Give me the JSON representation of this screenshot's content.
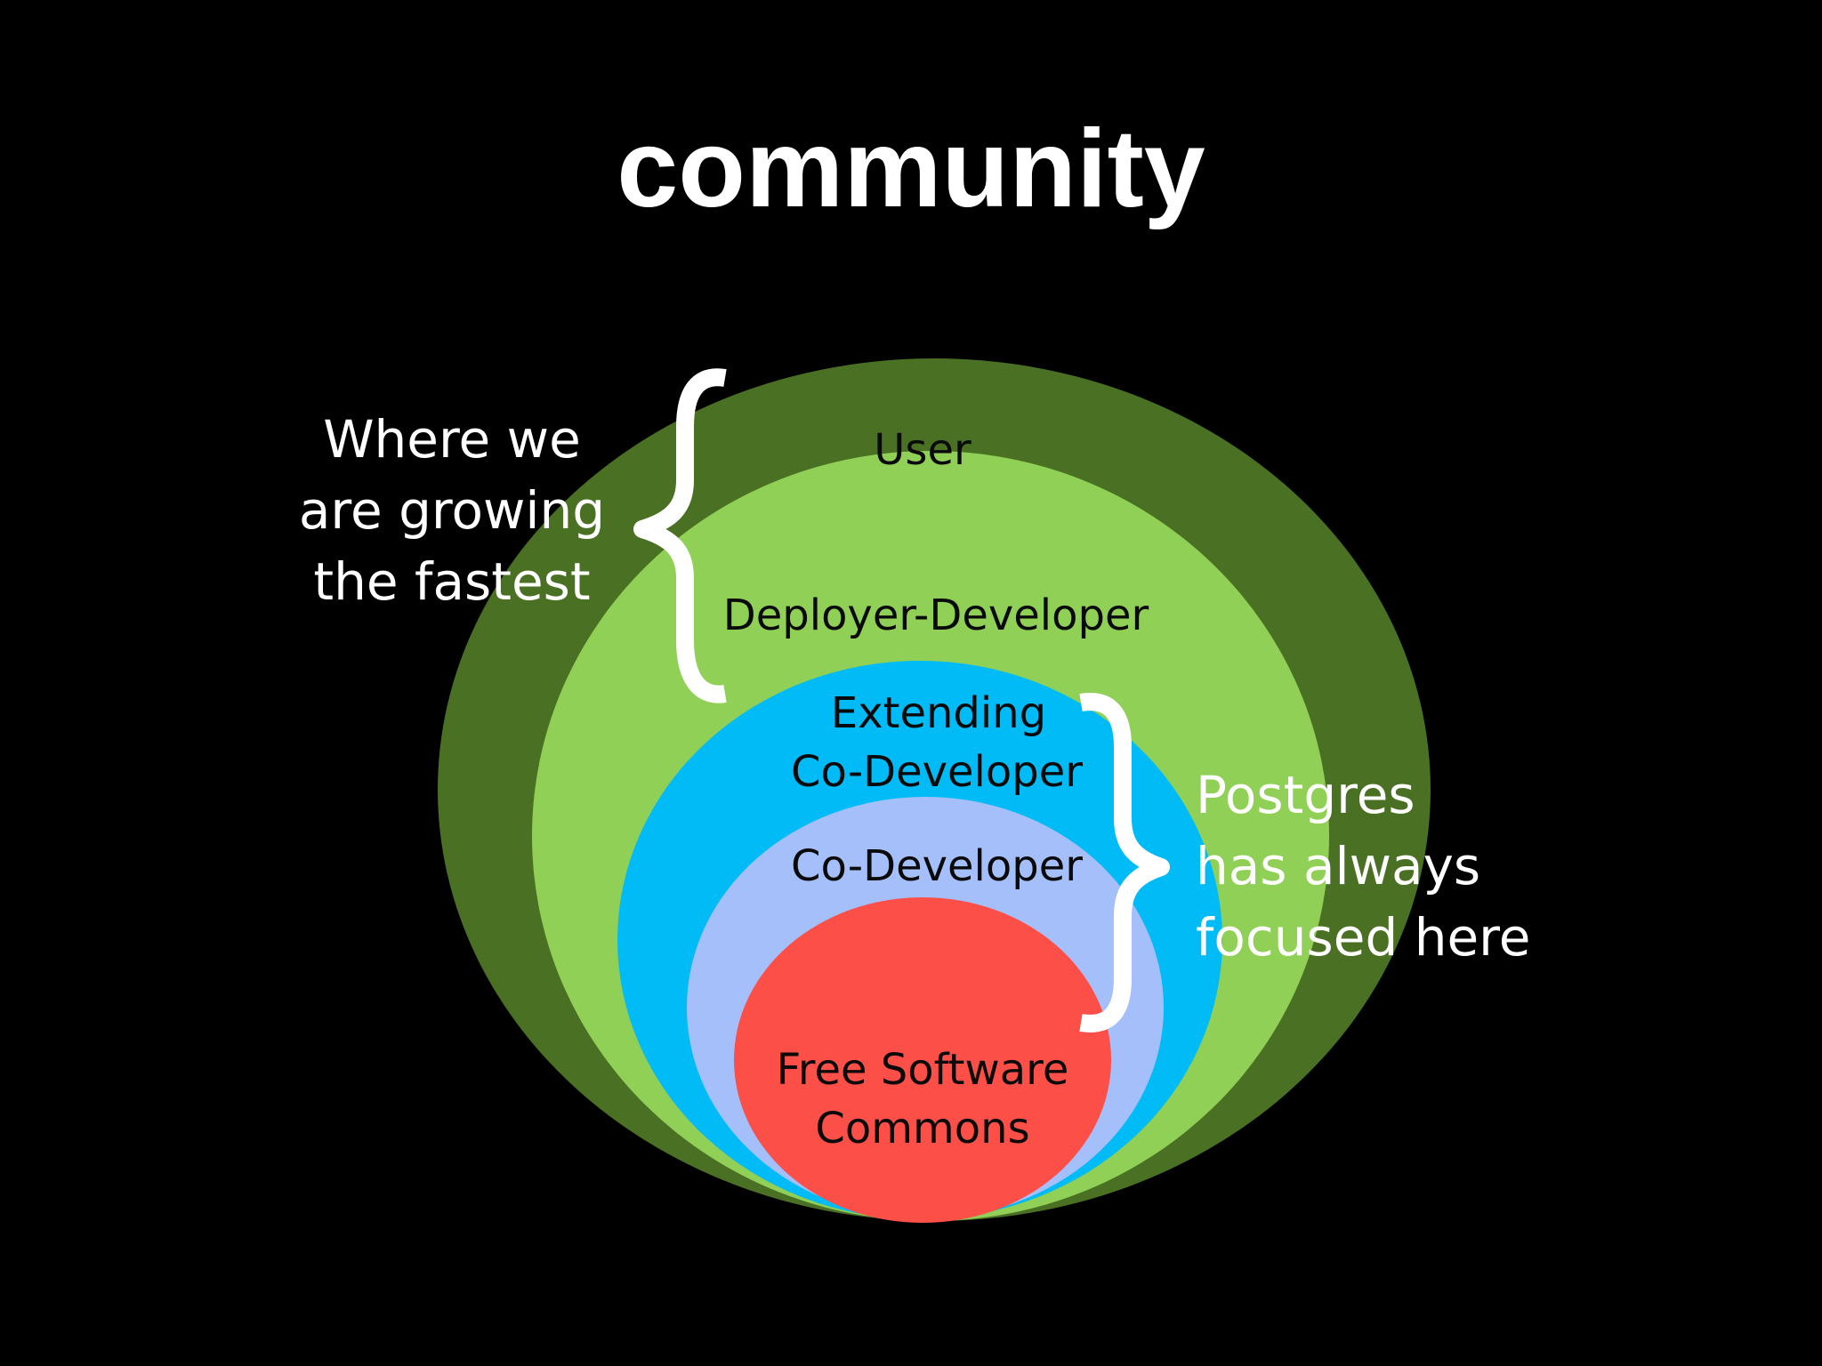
{
  "slide": {
    "title": "community",
    "background_color": "#000000"
  },
  "diagram": {
    "rings": [
      {
        "name": "user",
        "label_lines": [
          "User"
        ],
        "color": "#4a7023"
      },
      {
        "name": "deployer-developer",
        "label_lines": [
          "Deployer-Developer"
        ],
        "color": "#90d057"
      },
      {
        "name": "extending-co-developer",
        "label_lines": [
          "Extending",
          "Co-Developer"
        ],
        "color": "#00bbf5"
      },
      {
        "name": "co-developer",
        "label_lines": [
          "Co-Developer"
        ],
        "color": "#a5bffb"
      },
      {
        "name": "free-software-commons",
        "label_lines": [
          "Free Software",
          "Commons"
        ],
        "color": "#fc4f48"
      }
    ],
    "left_annotation": {
      "lines": [
        "Where we",
        "are growing",
        "the fastest"
      ]
    },
    "right_annotation": {
      "lines": [
        "Postgres",
        "has always",
        "focused here"
      ]
    },
    "bracket_color": "#ffffff"
  }
}
